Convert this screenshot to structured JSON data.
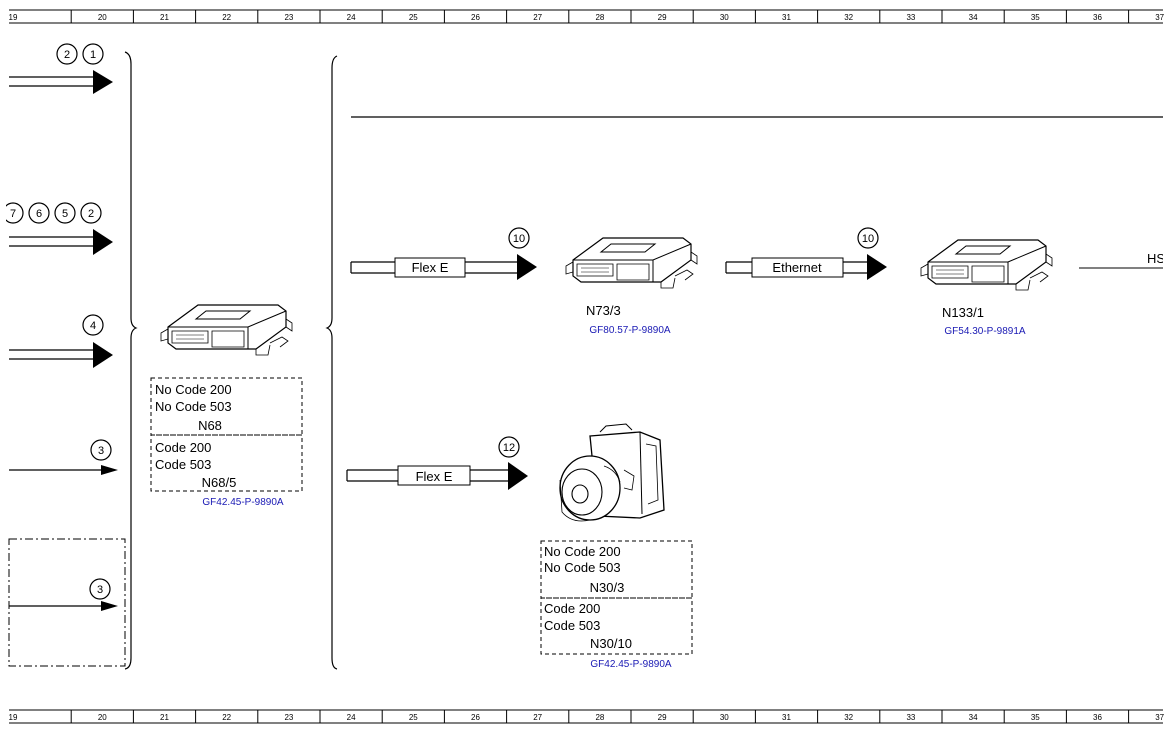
{
  "ruler": {
    "cells": [
      "19",
      "20",
      "21",
      "22",
      "23",
      "24",
      "25",
      "26",
      "27",
      "28",
      "29",
      "30",
      "31",
      "32",
      "33",
      "34",
      "35",
      "36",
      "37"
    ]
  },
  "left_inputs": {
    "row1_circles": [
      "2",
      "1"
    ],
    "row2_circles": [
      "7",
      "6",
      "5",
      "2"
    ],
    "row3_circle": "4",
    "row4_circle": "3",
    "row5_circle": "3"
  },
  "module_n68": {
    "box1_line1": "No Code 200",
    "box1_line2": "No Code 503",
    "box1_name": "N68",
    "box2_line1": "Code 200",
    "box2_line2": "Code 503",
    "box2_name": "N68/5",
    "ref": "GF42.45-P-9890A"
  },
  "upper_chain": {
    "bus1_label": "Flex E",
    "bus1_circle": "10",
    "module1_name": "N73/3",
    "module1_ref": "GF80.57-P-9890A",
    "bus2_label": "Ethernet",
    "bus2_circle": "10",
    "module2_name": "N133/1",
    "module2_ref": "GF54.30-P-9891A",
    "cutoff_label": "HS"
  },
  "lower_chain": {
    "bus_label": "Flex E",
    "bus_circle": "12",
    "box1_line1": "No Code 200",
    "box1_line2": "No Code 503",
    "box1_name": "N30/3",
    "box2_line1": "Code 200",
    "box2_line2": "Code 503",
    "box2_name": "N30/10",
    "ref": "GF42.45-P-9890A"
  },
  "colors": {
    "line": "#000000",
    "reference_link": "#1a1ab4"
  }
}
